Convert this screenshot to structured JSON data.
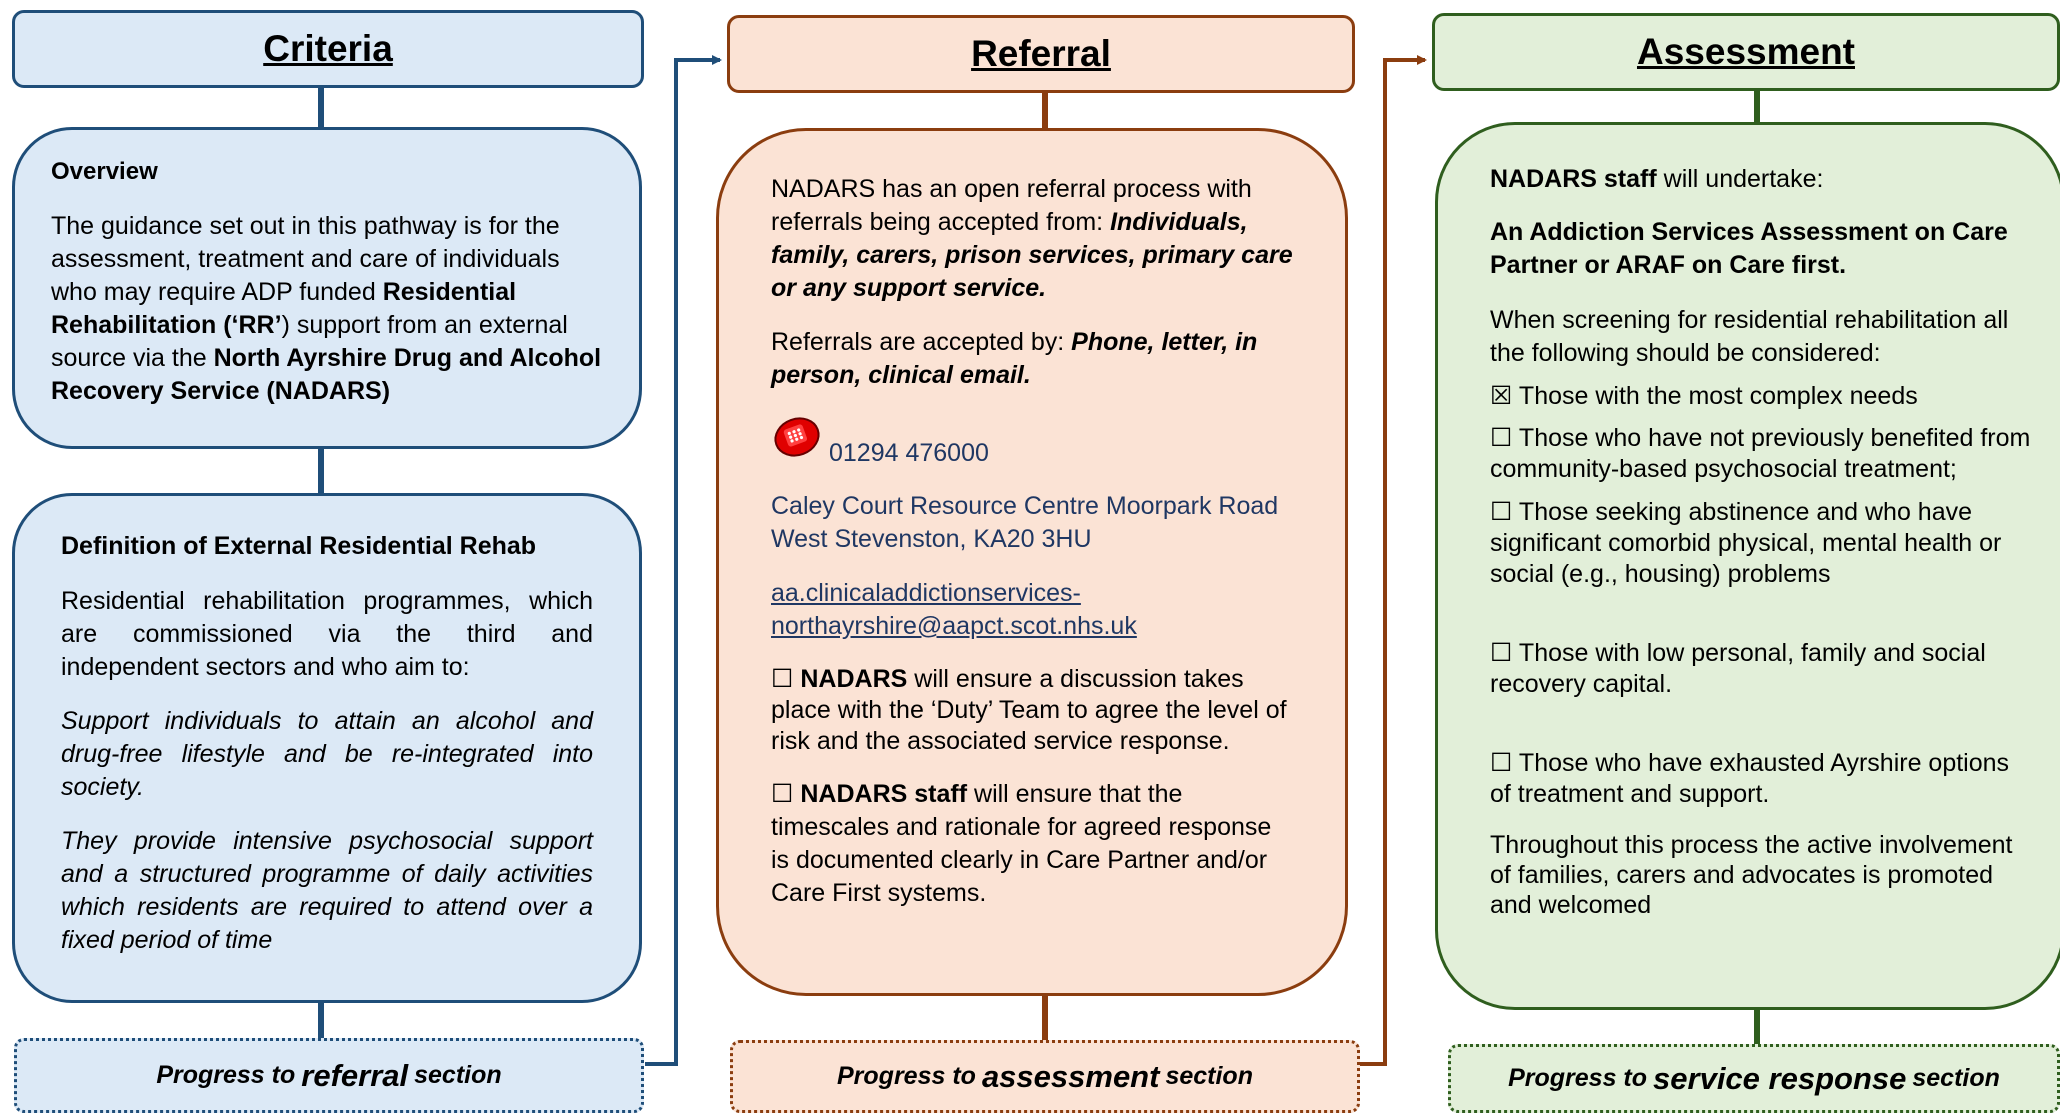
{
  "colors": {
    "criteria_fill": "#dce9f6",
    "criteria_border": "#1f4e79",
    "referral_fill": "#fbe3d5",
    "referral_border": "#8b3d0f",
    "assessment_fill": "#e2efd9",
    "assessment_border": "#2f5e1e",
    "contact_text": "#1f3763"
  },
  "criteria": {
    "title": "Criteria",
    "overview": {
      "heading": "Overview",
      "text_1": "The guidance set out in this pathway is for the assessment, treatment and care of individuals who may require ADP funded ",
      "bold_1": "Residential Rehabilitation (‘RR’",
      "text_2": ") support from an external source via the ",
      "bold_2": "North Ayrshire Drug and Alcohol Recovery Service (NADARS)"
    },
    "definition": {
      "heading": "Definition of External Residential Rehab",
      "para_1": "Residential rehabilitation programmes, which are commissioned via the third and independent sectors and who aim to:",
      "para_2": "Support individuals to attain an alcohol and drug-free lifestyle and be re-integrated into society.",
      "para_3": "They provide intensive psychosocial support and a structured programme of daily activities which residents are required to attend over a fixed period of time"
    },
    "progress": {
      "pre": "Progress to",
      "big": "referral",
      "post": "section"
    }
  },
  "referral": {
    "title": "Referral",
    "para_1_text": "NADARS has an open referral process with referrals being accepted from: ",
    "para_1_bold": "Individuals, family, carers, prison services, primary care or any support service.",
    "para_2_text": "Referrals are accepted by: ",
    "para_2_bold": "Phone, letter, in person, clinical email.",
    "phone_icon": "telephone-icon",
    "phone": "01294 476000",
    "address": "Caley Court Resource Centre Moorpark Road West Stevenston, KA20 3HU",
    "email_line_1": "aa.clinicaladdictionservices-",
    "email_line_2": "northayrshire@aapct.scot.nhs.uk",
    "item_1_check": "☐",
    "item_1_bold": "NADARS",
    "item_1_text": " will ensure a discussion takes place with the ‘Duty’ Team to agree the level of risk and the associated service response.",
    "item_2_check": "☐",
    "item_2_bold": "NADARS staff",
    "item_2_text": " will ensure that the timescales and rationale for agreed response is documented clearly in Care Partner and/or Care First systems.",
    "progress": {
      "pre": "Progress to",
      "big": "assessment",
      "post": "section"
    }
  },
  "assessment": {
    "title": "Assessment",
    "intro_bold": "NADARS staff",
    "intro_text": " will undertake:",
    "heading": "An Addiction Services Assessment on Care Partner or ARAF on Care first.",
    "screening": "When screening for residential rehabilitation all the following should be considered:",
    "items": [
      {
        "check": "☒",
        "text": "Those with the most complex needs"
      },
      {
        "check": "☐",
        "text": "Those who have not previously benefited from community-based psychosocial treatment;"
      },
      {
        "check": "☐",
        "text": "Those seeking abstinence and who have significant comorbid physical, mental health or social (e.g., housing) problems"
      },
      {
        "check": "☐",
        "text": "Those with low personal, family and social recovery capital."
      },
      {
        "check": "☐",
        "text": "Those who have exhausted Ayrshire options of treatment and support."
      }
    ],
    "closing": "Throughout this process the active involvement of families, carers and advocates is promoted and welcomed",
    "progress": {
      "pre": "Progress to",
      "big": "service response",
      "post": "section"
    }
  }
}
